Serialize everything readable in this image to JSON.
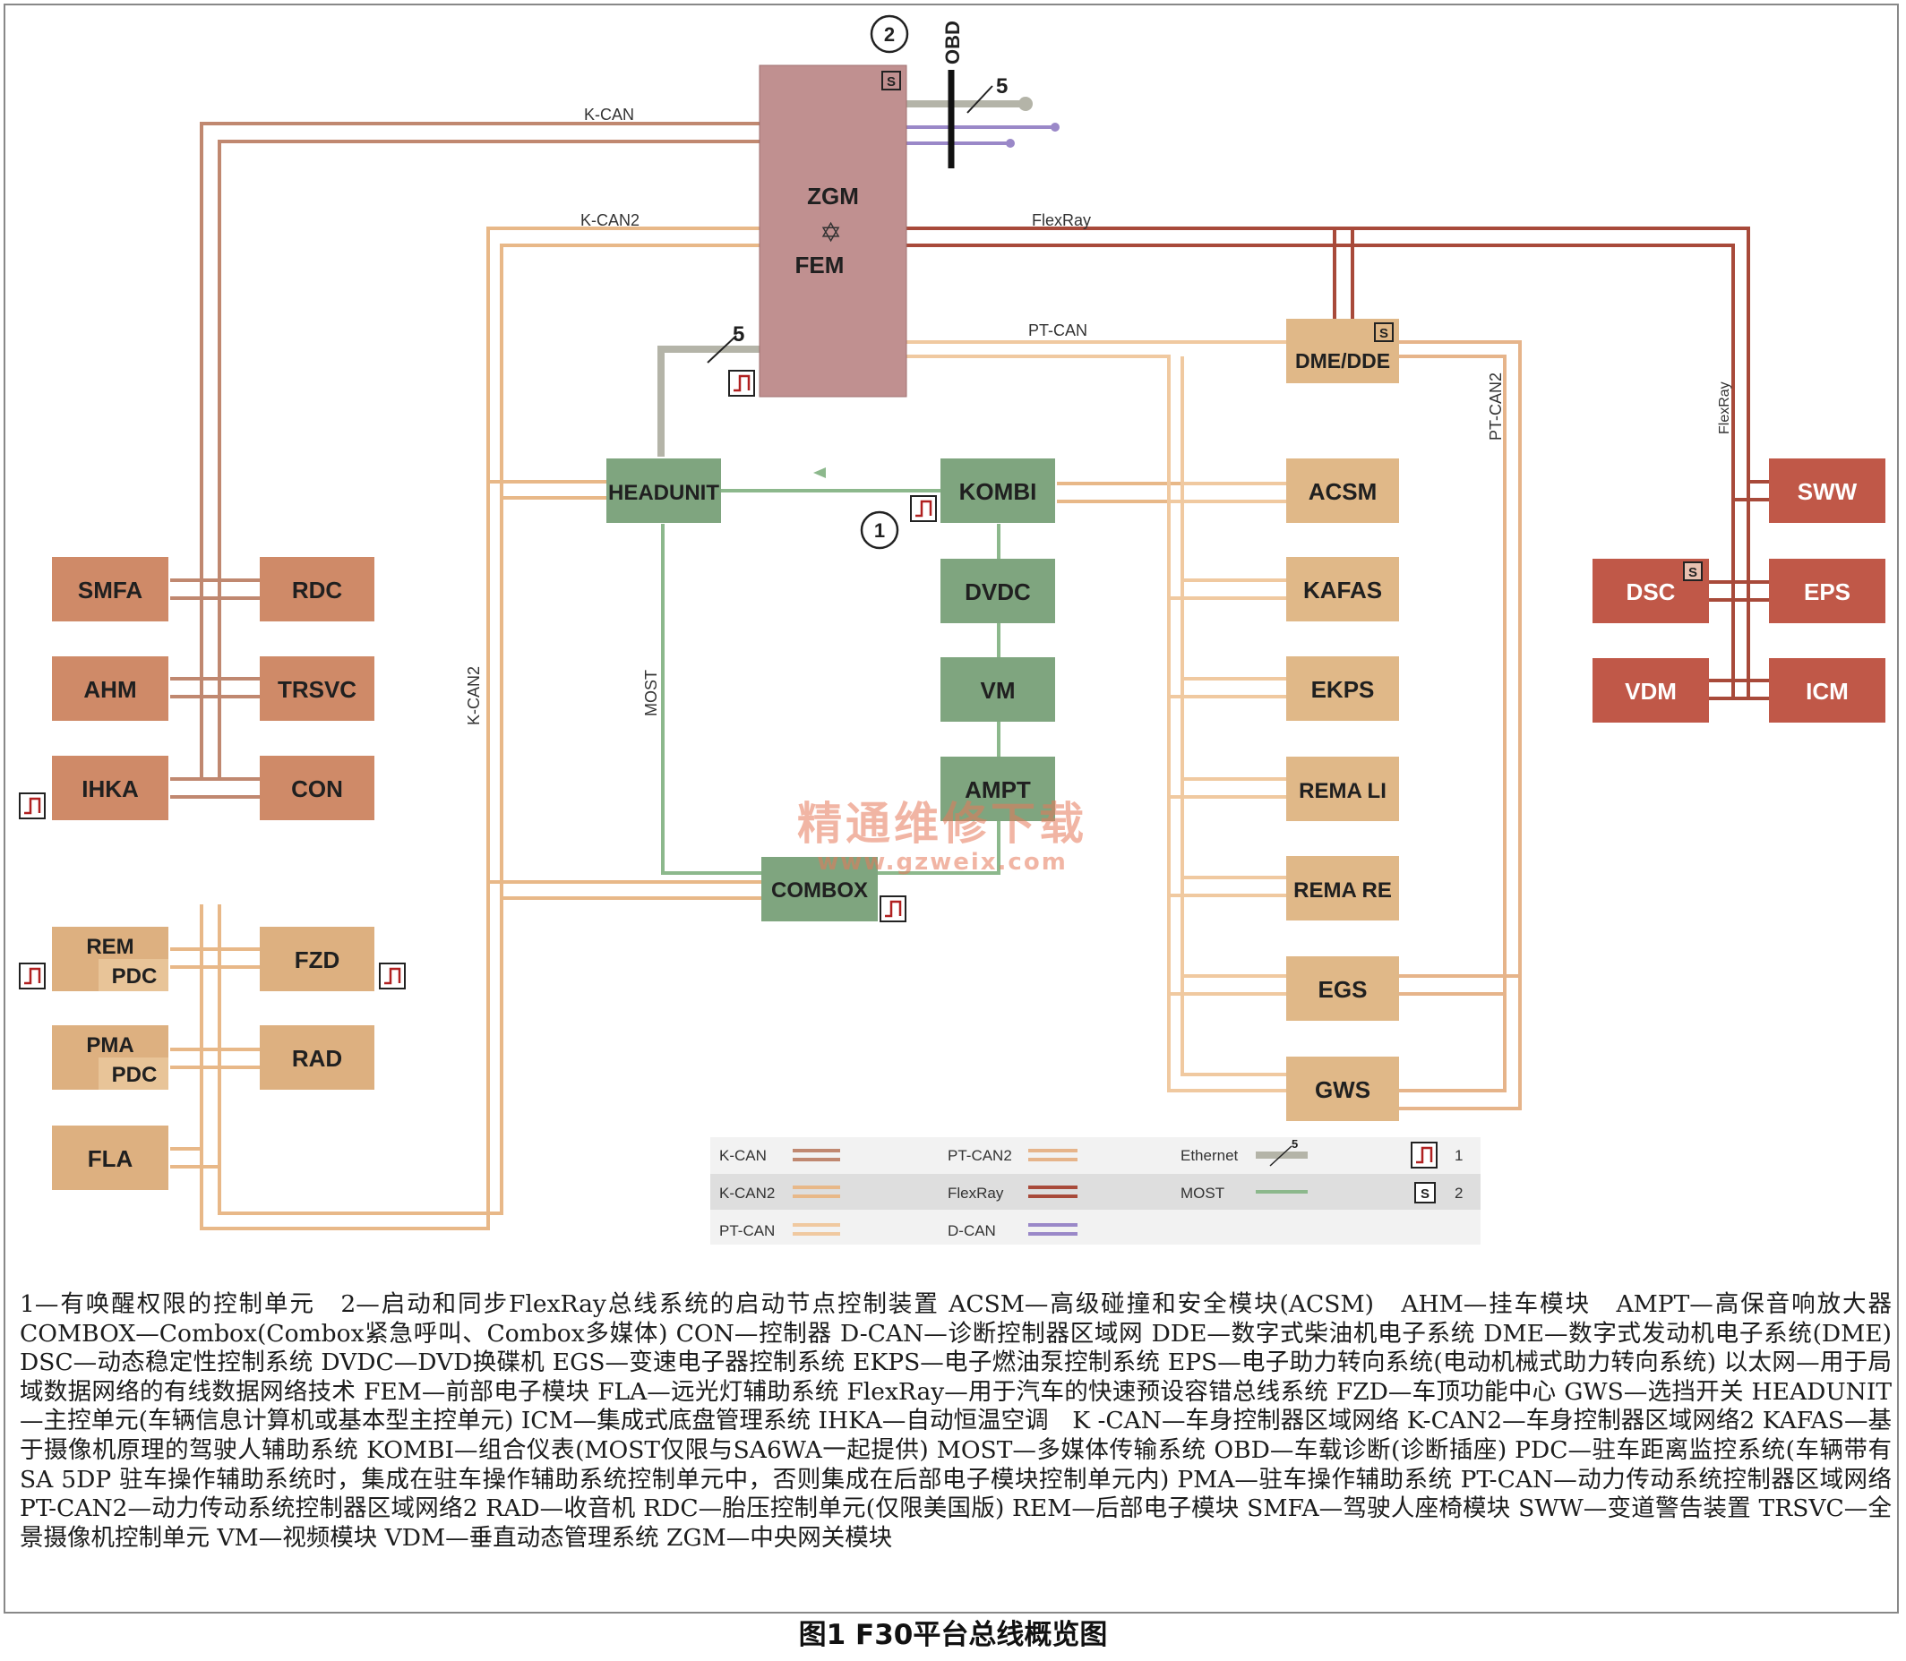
{
  "modules": {
    "zgm": "ZGM",
    "fem": "FEM",
    "obd": "OBD",
    "headunit": "HEADUNIT",
    "kombi": "KOMBI",
    "dvdc": "DVDC",
    "vm": "VM",
    "ampt": "AMPT",
    "combox": "COMBOX",
    "dme_dde": "DME/DDE",
    "acsm": "ACSM",
    "kafas": "KAFAS",
    "ekps": "EKPS",
    "rema_li": "REMA LI",
    "rema_re": "REMA RE",
    "egs": "EGS",
    "gws": "GWS",
    "sww": "SWW",
    "dsc": "DSC",
    "eps": "EPS",
    "vdm": "VDM",
    "icm": "ICM",
    "smfa": "SMFA",
    "rdc": "RDC",
    "ahm": "AHM",
    "trsvc": "TRSVC",
    "ihka": "IHKA",
    "con": "CON",
    "rem": "REM",
    "pdc": "PDC",
    "fzd": "FZD",
    "pma": "PMA",
    "rad": "RAD",
    "fla": "FLA"
  },
  "bus_labels": {
    "k_can": "K-CAN",
    "k_can2": "K-CAN2",
    "flexray": "FlexRay",
    "pt_can": "PT-CAN",
    "pt_can2": "PT-CAN2",
    "most": "MOST",
    "k_can2_vertical": "K-CAN2",
    "flexray_vertical": "FlexRay",
    "pt_can2_vertical": "PT-CAN2"
  },
  "markers": {
    "s": "S",
    "callout_1": "1",
    "callout_2": "2",
    "ethernet_count": "5"
  },
  "legend": {
    "k_can": "K-CAN",
    "k_can2": "K-CAN2",
    "pt_can": "PT-CAN",
    "pt_can2": "PT-CAN2",
    "flexray": "FlexRay",
    "d_can": "D-CAN",
    "ethernet": "Ethernet",
    "most": "MOST",
    "ethernet_count": "5",
    "wake_key": "1",
    "s_key": "2"
  },
  "colors": {
    "k_can": "#c08870",
    "k_can2": "#e8b888",
    "pt_can": "#f0c9a0",
    "pt_can2": "#e6b48a",
    "flexray": "#a84a3a",
    "d_can": "#9a88c8",
    "most": "#8cb88c",
    "ethernet": "#b4b4a8",
    "zgm_box": "#c09090",
    "infotainment_box": "#7fa57f",
    "powertrain_box": "#e0b888",
    "chassis_box": "#c05848",
    "body_box": "#cf8a68",
    "parking_box": "#ddb080"
  },
  "watermark": {
    "title": "精通维修下载",
    "url": "www.gzweix.com"
  },
  "caption": "1—有唤醒权限的控制单元　2—启动和同步FlexRay总线系统的启动节点控制装置 ACSM—高级碰撞和安全模块(ACSM)　AHM—挂车模块　AMPT—高保音响放大器 COMBOX—Combox(Combox紧急呼叫、Combox多媒体) CON—控制器 D-CAN—诊断控制器区域网 DDE—数字式柴油机电子系统 DME—数字式发动机电子系统(DME) DSC—动态稳定性控制系统 DVDC—DVD换碟机 EGS—变速电子器控制系统 EKPS—电子燃油泵控制系统 EPS—电子助力转向系统(电动机械式助力转向系统) 以太网—用于局域数据网络的有线数据网络技术 FEM—前部电子模块 FLA—远光灯辅助系统 FlexRay—用于汽车的快速预设容错总线系统 FZD—车顶功能中心 GWS—选挡开关 HEADUNIT—主控单元(车辆信息计算机或基本型主控单元) ICM—集成式底盘管理系统 IHKA—自动恒温空调　K -CAN—车身控制器区域网络 K-CAN2—车身控制器区域网络2 KAFAS—基于摄像机原理的驾驶人辅助系统 KOMBI—组合仪表(MOST仅限与SA6WA一起提供) MOST—多媒体传输系统 OBD—车载诊断(诊断插座) PDC—驻车距离监控系统(车辆带有SA 5DP 驻车操作辅助系统时，集成在驻车操作辅助系统控制单元中，否则集成在后部电子模块控制单元内) PMA—驻车操作辅助系统 PT-CAN—动力传动系统控制器区域网络 PT-CAN2—动力传动系统控制器区域网络2 RAD—收音机 RDC—胎压控制单元(仅限美国版) REM—后部电子模块 SMFA—驾驶人座椅模块 SWW—变道警告装置 TRSVC—全景摄像机控制单元 VM—视频模块 VDM—垂直动态管理系统 ZGM—中央网关模块",
  "figure_title": "图1 F30平台总线概览图"
}
